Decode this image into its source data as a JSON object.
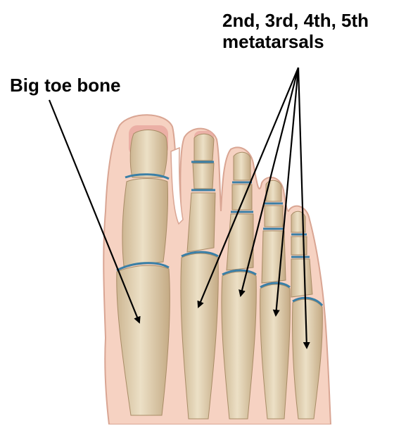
{
  "labels": {
    "big_toe": "Big toe bone",
    "metatarsals_line1": "2nd, 3rd, 4th, 5th",
    "metatarsals_line2": "metatarsals"
  },
  "colors": {
    "skin": "#f6d2c2",
    "skin_edge": "#d9a593",
    "bone": "#e6d3b3",
    "bone_shadow": "#c9b08c",
    "joint": "#3a7fa6",
    "nail": "#e9a9a0",
    "arrow": "#000000"
  }
}
